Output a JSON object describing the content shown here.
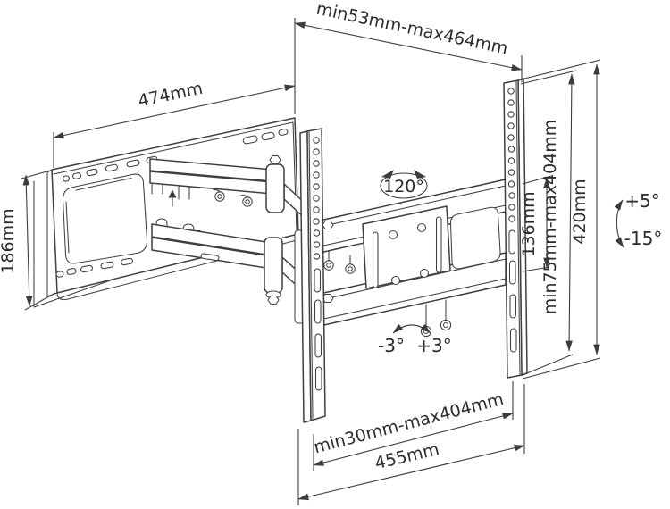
{
  "diagram": {
    "labels": {
      "arm_extension": "min53mm-max464mm",
      "wall_plate_width": "474mm",
      "wall_plate_height": "186mm",
      "swivel_angle": "120°",
      "hole_spacing": "136mm",
      "vesa_height_range": "min75mm-max404mm",
      "bracket_height": "420mm",
      "tilt_up": "+5°",
      "tilt_down": "-15°",
      "level_left": "-3°",
      "level_right": "+3°",
      "vesa_width_range": "min30mm-max404mm",
      "bracket_width": "455mm"
    },
    "colors": {
      "line": "#3f3f3f",
      "text": "#2b2b2b",
      "background": "#ffffff"
    }
  }
}
